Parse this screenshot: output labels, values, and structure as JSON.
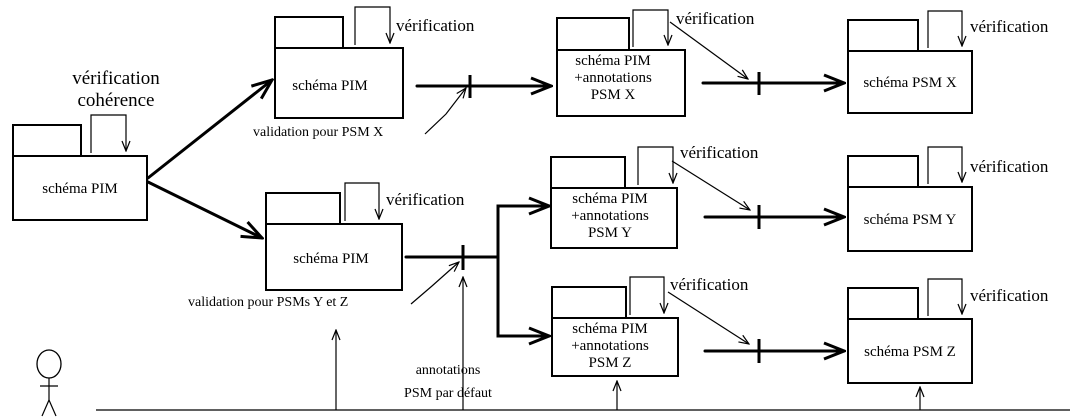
{
  "boxes": {
    "pim_main": [
      "schéma PIM"
    ],
    "pim_x": [
      "schéma PIM"
    ],
    "pim_yz": [
      "schéma PIM"
    ],
    "pim_ann_x": [
      "schéma PIM",
      "+annotations",
      "PSM  X"
    ],
    "pim_ann_y": [
      "schéma PIM",
      "+annotations",
      "PSM  Y"
    ],
    "pim_ann_z": [
      "schéma PIM",
      "+annotations",
      "PSM  Z"
    ],
    "psm_x": [
      "schéma PSM X"
    ],
    "psm_y": [
      "schéma PSM Y"
    ],
    "psm_z": [
      "schéma PSM Z"
    ]
  },
  "labels": {
    "verif_coherence": [
      "vérification",
      "cohérence"
    ],
    "verif": "vérification",
    "validation_x": "validation pour PSM X",
    "validation_yz": "validation pour PSMs Y et Z",
    "default_annotations": [
      "annotations",
      "PSM par défaut"
    ]
  }
}
